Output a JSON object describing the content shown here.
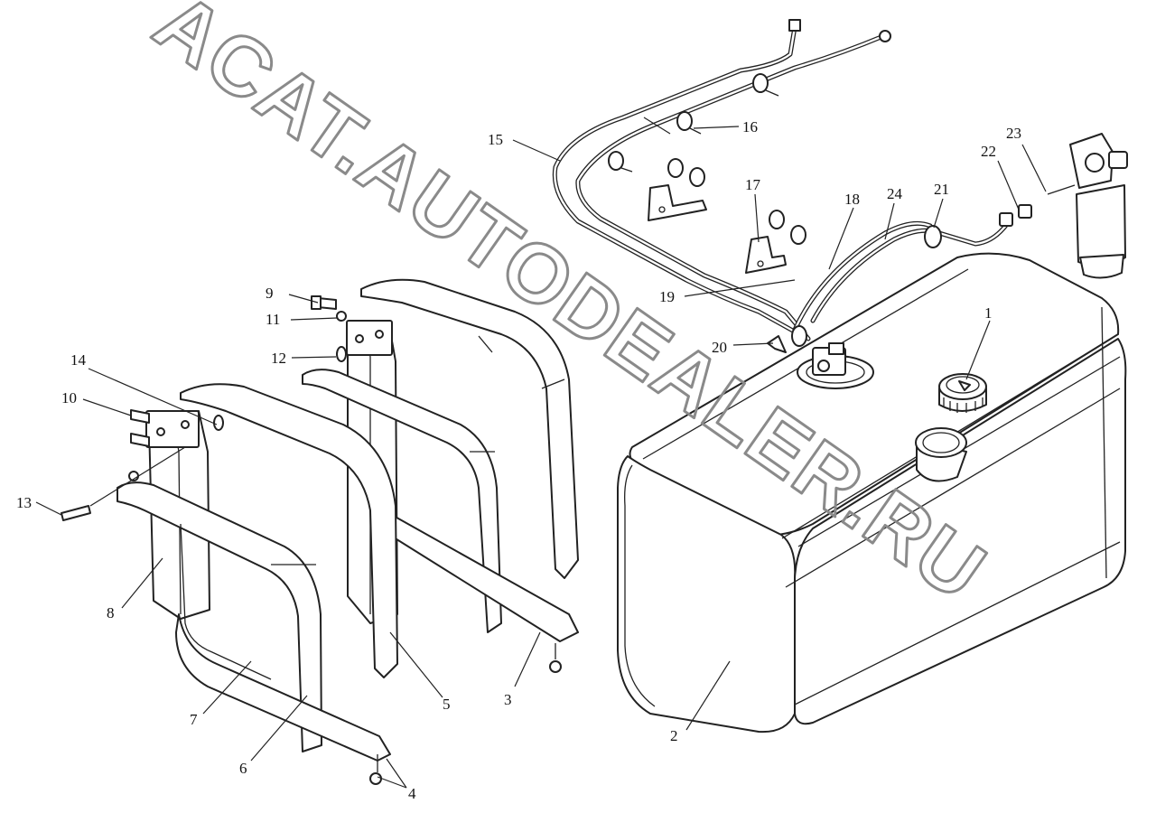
{
  "watermark": "ACAT.AUTODEALER.RU",
  "callouts": {
    "c1": "1",
    "c2": "2",
    "c3": "3",
    "c4": "4",
    "c5": "5",
    "c6": "6",
    "c7": "7",
    "c8": "8",
    "c9": "9",
    "c10": "10",
    "c11": "11",
    "c12": "12",
    "c13": "13",
    "c14": "14",
    "c15": "15",
    "c16": "16",
    "c17": "17",
    "c18": "18",
    "c19": "19",
    "c20": "20",
    "c21": "21",
    "c22": "22",
    "c23": "23",
    "c24": "24"
  }
}
